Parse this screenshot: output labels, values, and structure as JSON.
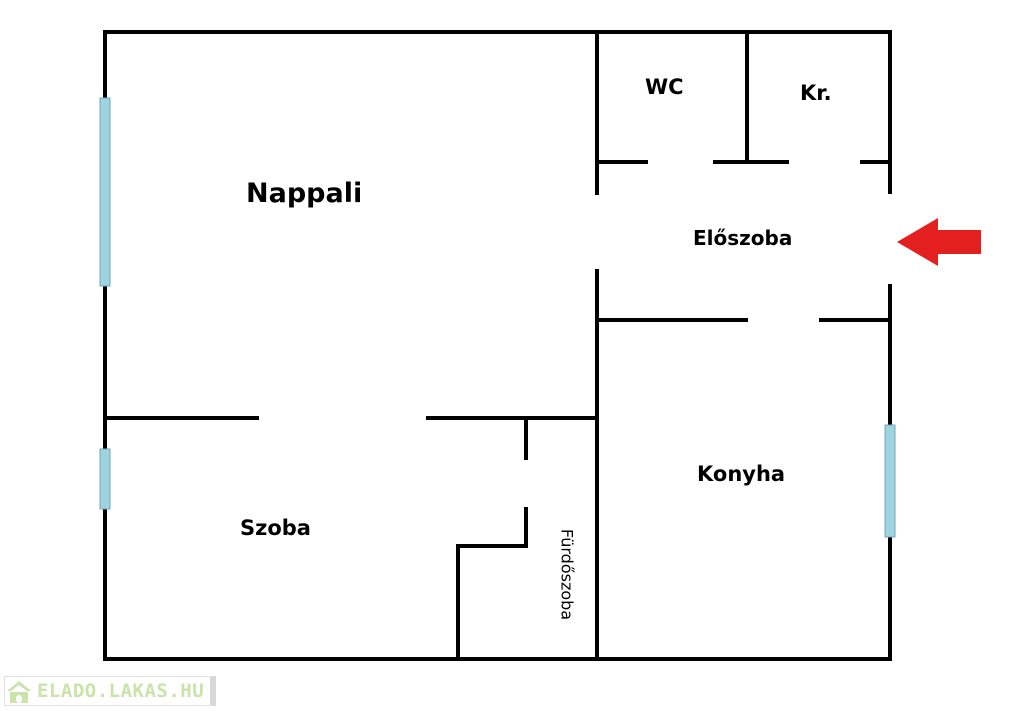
{
  "rooms": {
    "living_room": "Nappali",
    "wc": "WC",
    "pantry": "Kr.",
    "hallway": "Előszoba",
    "kitchen": "Konyha",
    "bedroom": "Szoba",
    "bathroom": "Fürdőszoba"
  },
  "logo": {
    "text": "ELADO.LAKAS.HU"
  },
  "colors": {
    "wall": "#000000",
    "window": "#9fd3e0",
    "arrow": "#e41f1f",
    "logo": "#c9e3ab"
  },
  "icons": {
    "entrance": "red-arrow-left-icon",
    "logo": "house-icon"
  }
}
